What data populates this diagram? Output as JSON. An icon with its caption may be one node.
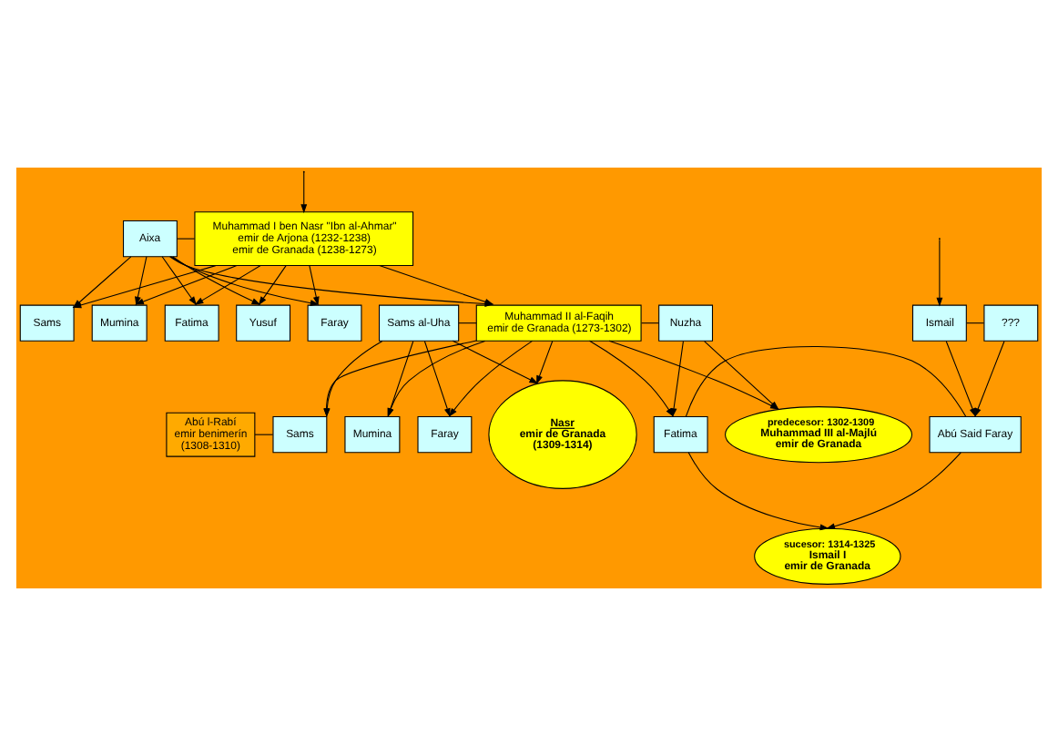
{
  "diagram": {
    "nodes": [
      {
        "text": [
          "Aixa"
        ]
      },
      {
        "text": [
          "Muhammad I ben Nasr \"Ibn al-Ahmar\"",
          "emir de Arjona (1232-1238)",
          "emir de Granada (1238-1273)"
        ]
      },
      {
        "text": [
          "Ismail"
        ]
      },
      {
        "text": [
          "???"
        ]
      },
      {
        "text": [
          "Sams"
        ]
      },
      {
        "text": [
          "Mumina"
        ]
      },
      {
        "text": [
          "Fatima"
        ]
      },
      {
        "text": [
          "Yusuf"
        ]
      },
      {
        "text": [
          "Faray"
        ]
      },
      {
        "text": [
          "Sams al-Uha"
        ]
      },
      {
        "text": [
          "Muhammad II al-Faqih",
          "emir de Granada (1273-1302)"
        ]
      },
      {
        "text": [
          "Nuzha"
        ]
      },
      {
        "text": [
          "Abú l-Rabí",
          "emir benimerín",
          "(1308-1310)"
        ]
      },
      {
        "text": [
          "Sams"
        ]
      },
      {
        "text": [
          "Mumina"
        ]
      },
      {
        "text": [
          "Faray"
        ]
      },
      {
        "text": [
          "Fatima"
        ]
      },
      {
        "text": [
          "Abú Said Faray"
        ]
      },
      {
        "text": [
          "Nasr",
          "emir de Granada",
          "(1309-1314)"
        ]
      },
      {
        "text": [
          "predecesor: 1302-1309",
          "Muhammad III al-Majlú",
          "emir de Granada"
        ]
      },
      {
        "text": [
          "sucesor: 1314-1325",
          "Ismail I",
          "emir de Granada"
        ]
      }
    ],
    "edges": [
      {
        "from": null,
        "to": 1,
        "arrow": "to"
      },
      {
        "from": null,
        "to": 2,
        "arrow": "to"
      },
      {
        "from": 0,
        "to": 1,
        "arrow": "none"
      },
      {
        "from": 2,
        "to": 3,
        "arrow": "none"
      },
      {
        "from": 0,
        "to": 4,
        "arrow": "to"
      },
      {
        "from": 0,
        "to": 5,
        "arrow": "to"
      },
      {
        "from": 0,
        "to": 6,
        "arrow": "to"
      },
      {
        "from": 0,
        "to": 7,
        "arrow": "to"
      },
      {
        "from": 0,
        "to": 8,
        "arrow": "to"
      },
      {
        "from": 0,
        "to": 10,
        "arrow": "to"
      },
      {
        "from": 1,
        "to": 4,
        "arrow": "to"
      },
      {
        "from": 1,
        "to": 5,
        "arrow": "to"
      },
      {
        "from": 1,
        "to": 6,
        "arrow": "to"
      },
      {
        "from": 1,
        "to": 7,
        "arrow": "to"
      },
      {
        "from": 1,
        "to": 8,
        "arrow": "to"
      },
      {
        "from": 1,
        "to": 10,
        "arrow": "to"
      },
      {
        "from": 9,
        "to": 10,
        "arrow": "none"
      },
      {
        "from": 10,
        "to": 11,
        "arrow": "none"
      },
      {
        "from": 12,
        "to": 13,
        "arrow": "none"
      },
      {
        "from": 9,
        "to": 13,
        "arrow": "to"
      },
      {
        "from": 9,
        "to": 14,
        "arrow": "to"
      },
      {
        "from": 9,
        "to": 15,
        "arrow": "to"
      },
      {
        "from": 9,
        "to": 18,
        "arrow": "to"
      },
      {
        "from": 10,
        "to": 13,
        "arrow": "to"
      },
      {
        "from": 10,
        "to": 14,
        "arrow": "to"
      },
      {
        "from": 10,
        "to": 15,
        "arrow": "to"
      },
      {
        "from": 10,
        "to": 18,
        "arrow": "to"
      },
      {
        "from": 10,
        "to": 16,
        "arrow": "to"
      },
      {
        "from": 10,
        "to": 19,
        "arrow": "to"
      },
      {
        "from": 11,
        "to": 16,
        "arrow": "to"
      },
      {
        "from": 11,
        "to": 19,
        "arrow": "to"
      },
      {
        "from": 16,
        "to": 17,
        "arrow": "none"
      },
      {
        "from": 2,
        "to": 17,
        "arrow": "to"
      },
      {
        "from": 3,
        "to": 17,
        "arrow": "to"
      },
      {
        "from": 16,
        "to": 20,
        "arrow": "to"
      },
      {
        "from": 17,
        "to": 20,
        "arrow": "to"
      }
    ]
  }
}
